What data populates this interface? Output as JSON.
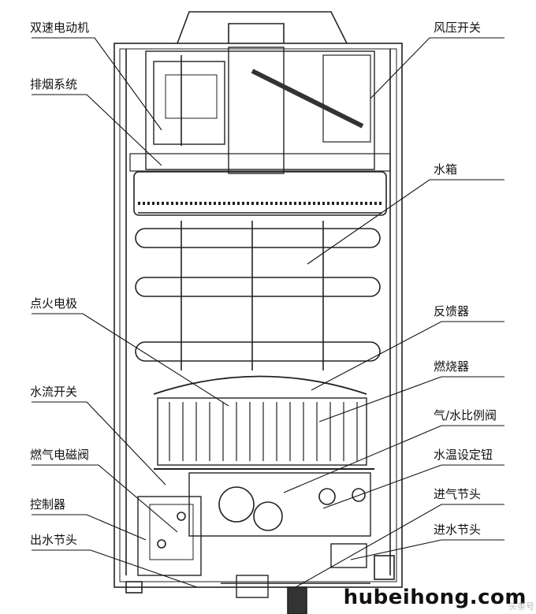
{
  "labels_left": [
    {
      "id": "dual-speed-motor",
      "text": "双速电动机"
    },
    {
      "id": "exhaust-system",
      "text": "排烟系统"
    },
    {
      "id": "ignition-electrode",
      "text": "点火电极"
    },
    {
      "id": "water-flow-switch",
      "text": "水流开关"
    },
    {
      "id": "gas-solenoid-valve",
      "text": "燃气电磁阀"
    },
    {
      "id": "controller",
      "text": "控制器"
    },
    {
      "id": "water-outlet-joint",
      "text": "出水节头"
    }
  ],
  "labels_right": [
    {
      "id": "wind-pressure-switch",
      "text": "风压开关"
    },
    {
      "id": "water-tank",
      "text": "水箱"
    },
    {
      "id": "feedback",
      "text": "反馈器"
    },
    {
      "id": "burner",
      "text": "燃烧器"
    },
    {
      "id": "gas-water-ratio-valve",
      "text": "气/水比例阀"
    },
    {
      "id": "water-temp-knob",
      "text": "水温设定钮"
    },
    {
      "id": "gas-inlet-joint",
      "text": "进气节头"
    },
    {
      "id": "water-inlet-joint",
      "text": "进水节头"
    }
  ],
  "watermark": "hubeihong.com",
  "watermark_small": "头条号"
}
